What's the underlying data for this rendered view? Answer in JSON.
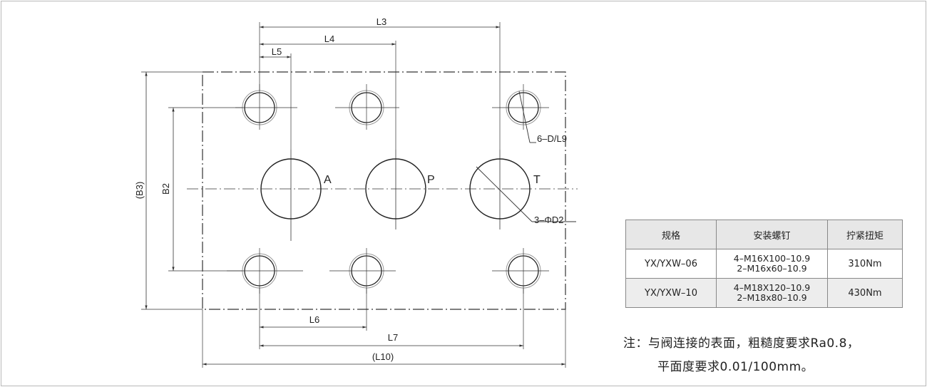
{
  "diagram": {
    "dimension_labels": {
      "L3": "L3",
      "L4": "L4",
      "L5": "L5",
      "L6": "L6",
      "L7": "L7",
      "L10": "(L10)",
      "B2": "B2",
      "B3": "(B3)"
    },
    "port_labels": {
      "A": "A",
      "P": "P",
      "T": "T"
    },
    "callouts": {
      "bolt_holes": "6–D/L9",
      "ports": "3–ΦD2"
    }
  },
  "table": {
    "headers": [
      "规格",
      "安装螺钉",
      "拧紧扭矩"
    ],
    "rows": [
      {
        "model": "YX/YXW–06",
        "bolt_line1": "4–M16X100–10.9",
        "bolt_line2": "2–M16x60–10.9",
        "torque": "310Nm"
      },
      {
        "model": "YX/YXW–10",
        "bolt_line1": "4–M18X120–10.9",
        "bolt_line2": "2–M18x80–10.9",
        "torque": "430Nm"
      }
    ]
  },
  "note": {
    "line1": "注：与阀连接的表面，粗糙度要求Ra0.8，",
    "line2": "平面度要求0.01/100mm。"
  },
  "colors": {
    "line": "#333333",
    "frame": "#b9b9b9",
    "header_bg": "#e7e7e7",
    "row_alt_bg": "#ededed"
  }
}
